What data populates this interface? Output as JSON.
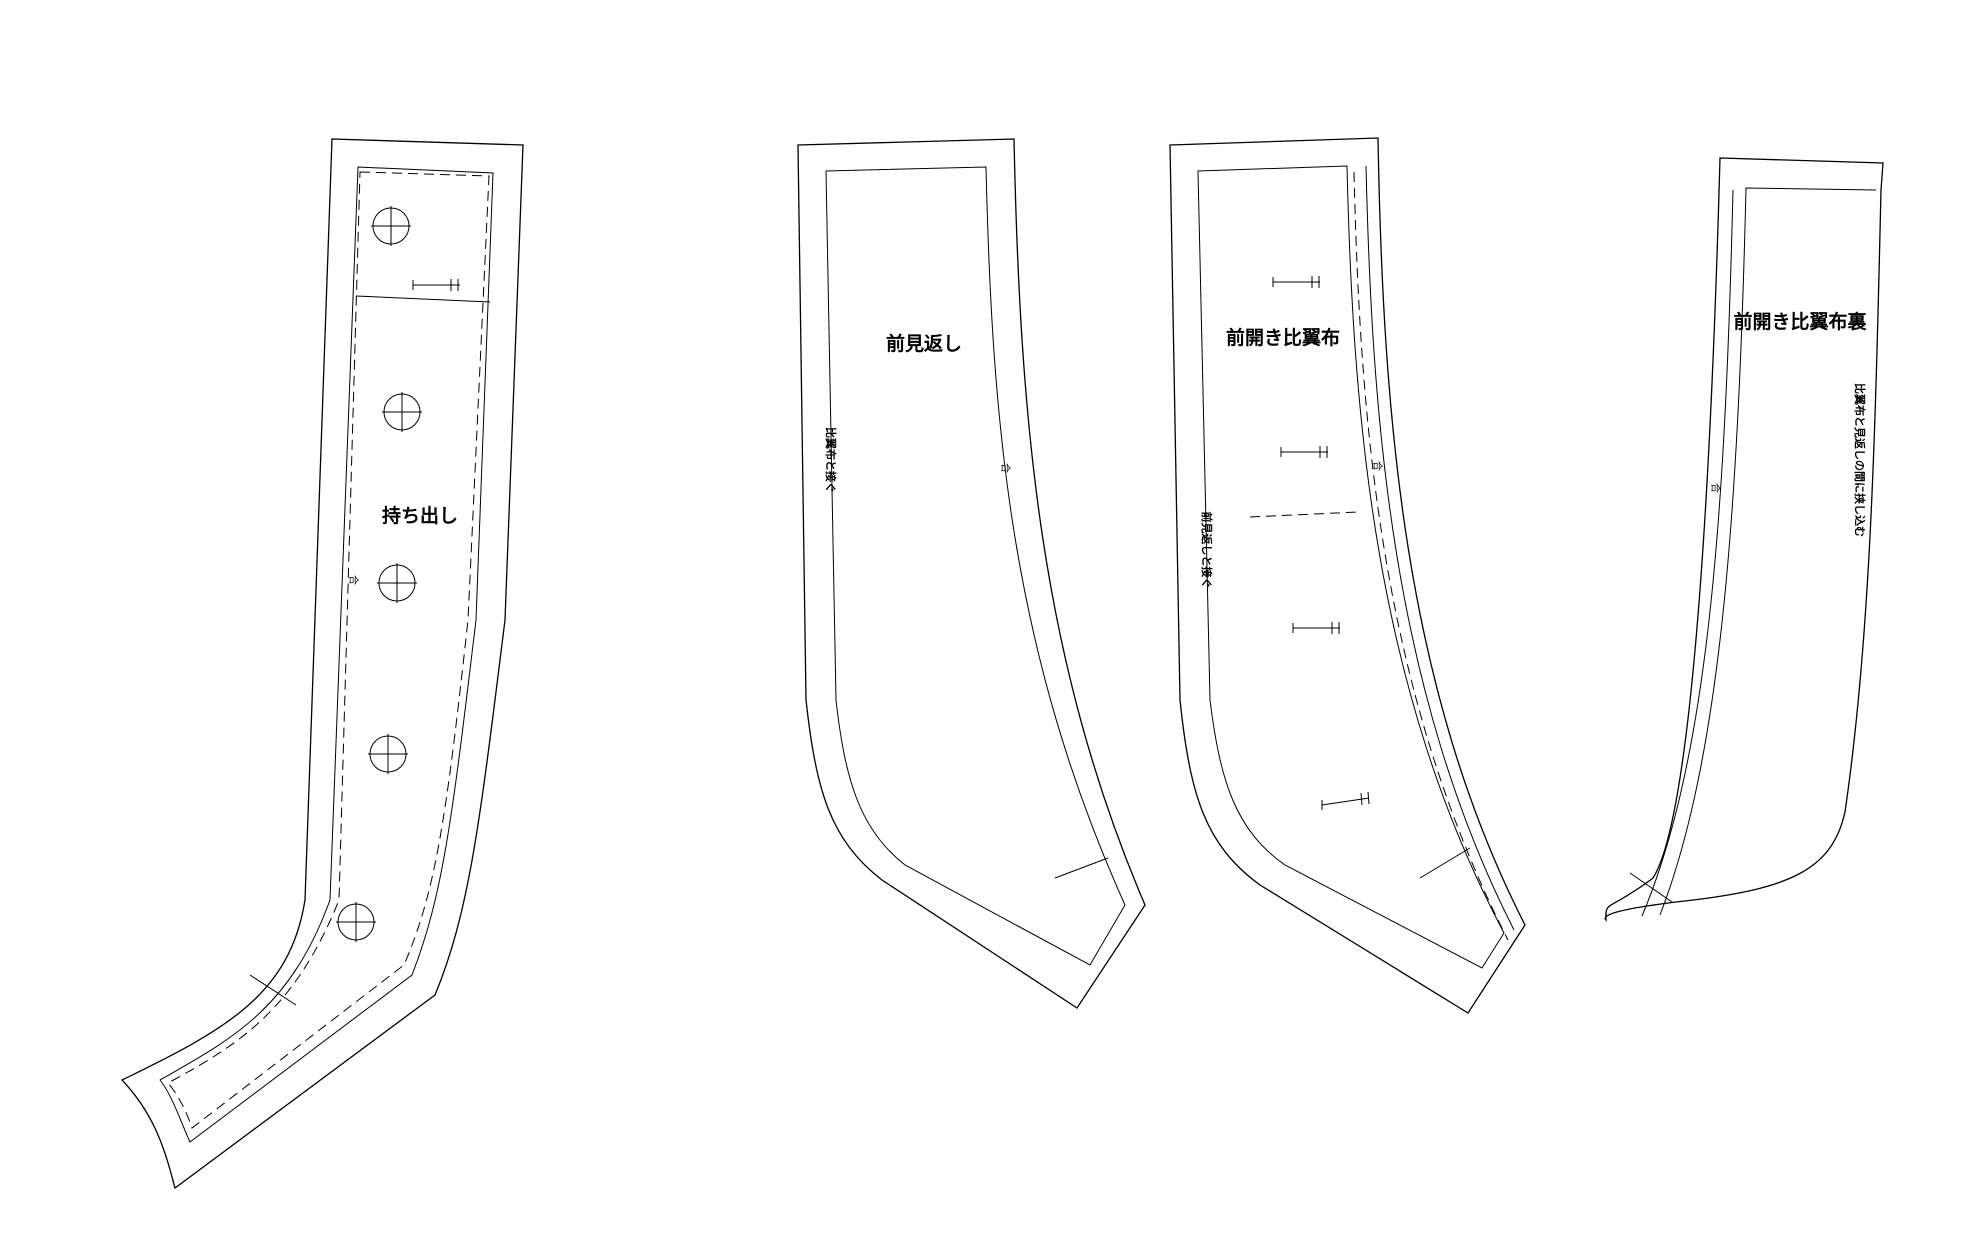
{
  "pieces": [
    {
      "id": "mochidashi",
      "title": "持ち出し",
      "notch": "合"
    },
    {
      "id": "mae-mikaeshi",
      "title": "前見返し",
      "note": "比翼布と接ぐ",
      "notch": "合"
    },
    {
      "id": "maeaki-hiyoku",
      "title": "前開き比翼布",
      "note": "前見返しと接ぐ",
      "notch": "合"
    },
    {
      "id": "maeaki-hiyoku-ura",
      "title": "前開き比翼布裏",
      "note": "比翼布と見返しの間に挟し込む",
      "notch": "合"
    }
  ],
  "colors": {
    "line": "#000000",
    "background": "#ffffff"
  }
}
